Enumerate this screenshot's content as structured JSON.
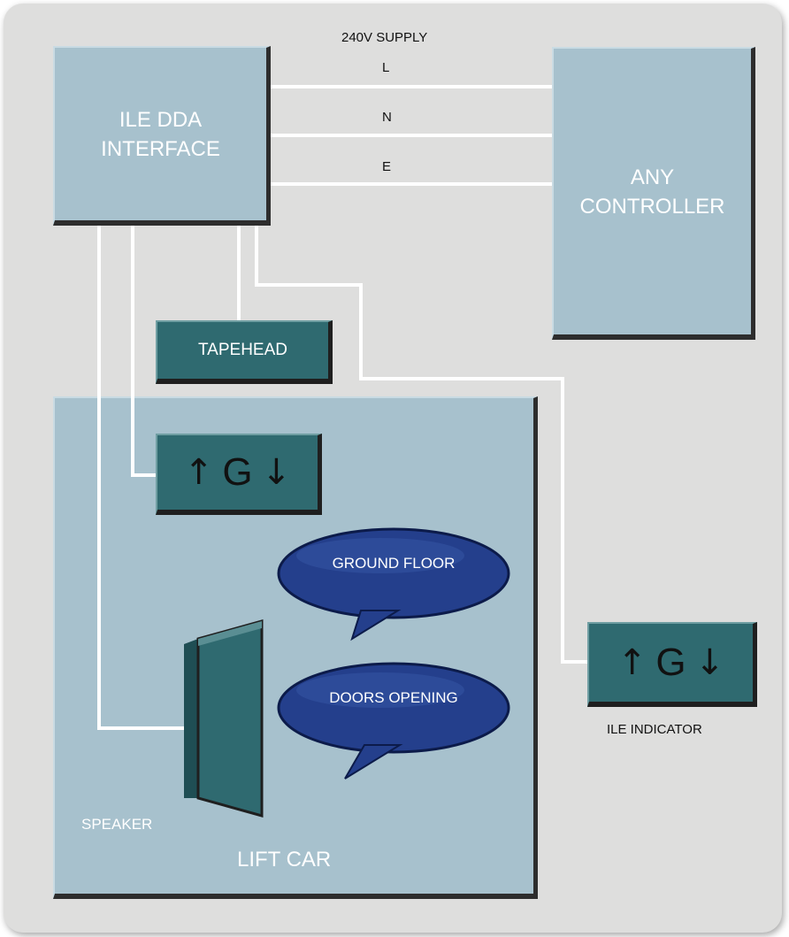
{
  "supply": {
    "title": "240V SUPPLY",
    "lines": [
      "L",
      "N",
      "E"
    ]
  },
  "interface": {
    "line1": "ILE DDA",
    "line2": "INTERFACE"
  },
  "controller": {
    "line1": "ANY",
    "line2": "CONTROLLER"
  },
  "tapehead": {
    "label": "TAPEHEAD"
  },
  "car_indicator": {
    "up": "↑",
    "floor": "G",
    "down": "↓"
  },
  "ile_indicator": {
    "up": "↑",
    "floor": "G",
    "down": "↓",
    "caption": "ILE INDICATOR"
  },
  "bubbles": {
    "first": "GROUND FLOOR",
    "second": "DOORS OPENING"
  },
  "speaker": {
    "label": "SPEAKER"
  },
  "lift_car": {
    "label": "LIFT CAR"
  },
  "colors": {
    "panel": "#dededd",
    "light_box": "#a7c1cd",
    "dark_box": "#2f6a70",
    "bubble": "#243f8c",
    "wire": "#ffffff"
  }
}
